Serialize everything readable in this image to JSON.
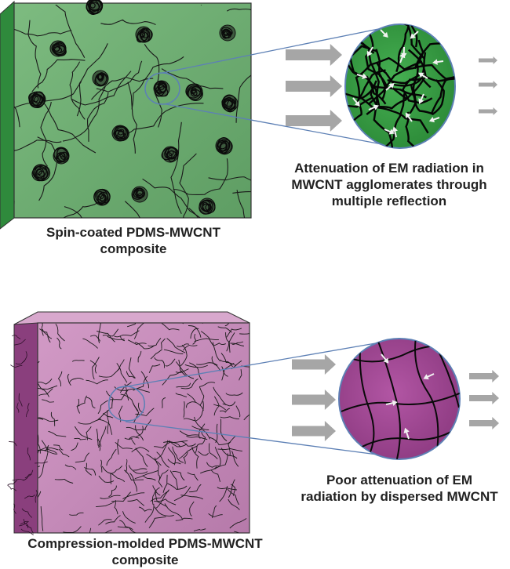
{
  "panels": {
    "top": {
      "sample_caption": [
        "Spin-coated PDMS-MWCNT",
        "composite"
      ],
      "mechanism_caption": [
        "Attenuation of EM radiation in",
        "MWCNT agglomerates through",
        "multiple reflection"
      ]
    },
    "bottom": {
      "sample_caption": [
        "Compression-molded PDMS-MWCNT",
        "composite"
      ],
      "mechanism_caption": [
        "Poor attenuation of EM",
        "radiation by dispersed MWCNT"
      ]
    }
  },
  "colors": {
    "green_front": "#6fae72",
    "green_side": "#2f8a3c",
    "green_top": "#8cc48d",
    "green_zoom": "#3aa046",
    "purple_front": "#c48ab8",
    "purple_side": "#8a3f7d",
    "purple_top": "#d8a8cd",
    "purple_zoom": "#a64a98",
    "arrow_gray": "#a6a6a6",
    "connector": "#5d80b5",
    "fiber": "#111111"
  }
}
